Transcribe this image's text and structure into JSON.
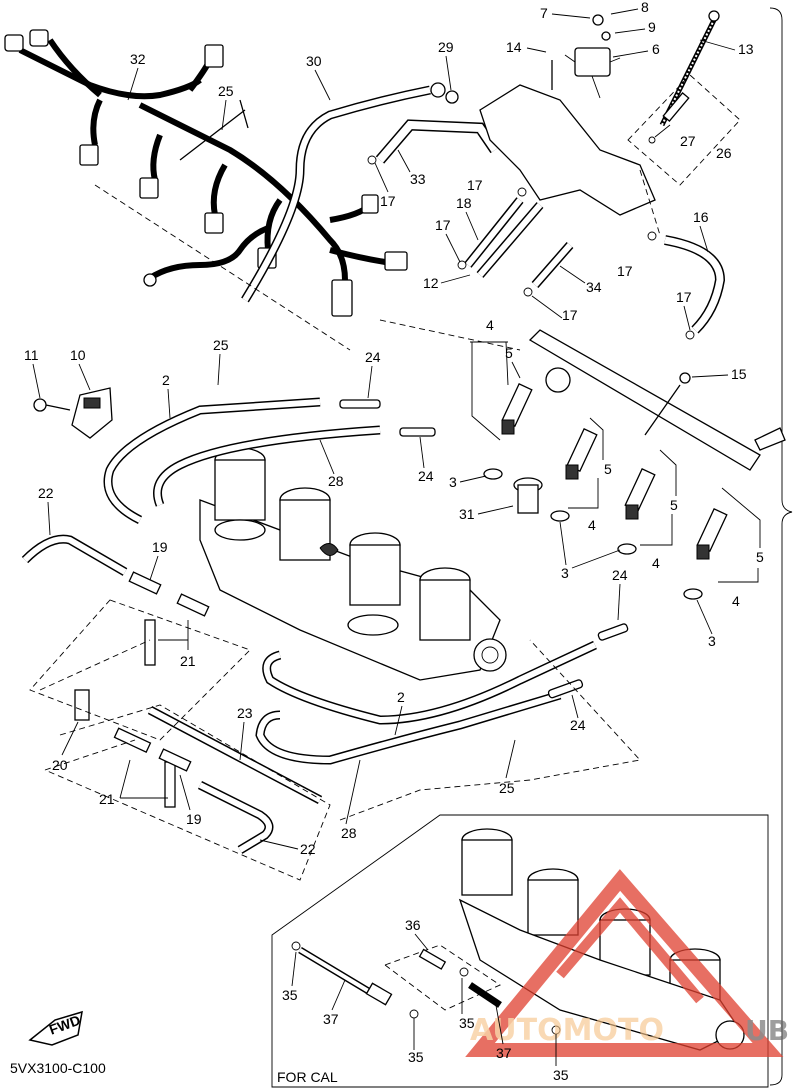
{
  "labels": {
    "p1": "7",
    "p2": "8",
    "p3": "9",
    "p4": "6",
    "p5": "13",
    "p6": "14",
    "p7": "29",
    "p8": "30",
    "p9": "32",
    "p10": "25",
    "p11": "27",
    "p12": "26",
    "p13": "16",
    "p14": "17",
    "p15": "33",
    "p16": "17",
    "p17": "18",
    "p18": "17",
    "p19": "12",
    "p20": "34",
    "p21": "17",
    "p22": "17",
    "p23": "17",
    "p24": "11",
    "p25": "10",
    "p26": "25",
    "p27": "24",
    "p28": "4",
    "p29": "5",
    "p30": "15",
    "p31": "2",
    "p32": "28",
    "p33": "24",
    "p34": "3",
    "p35": "31",
    "p36": "5",
    "p37": "4",
    "p38": "5",
    "p39": "4",
    "p40": "3",
    "p41": "5",
    "p42": "4",
    "p43": "3",
    "p44": "22",
    "p45": "19",
    "p46": "21",
    "p47": "24",
    "p48": "2",
    "p49": "23",
    "p50": "24",
    "p51": "20",
    "p52": "21",
    "p53": "19",
    "p54": "25",
    "p55": "28",
    "p56": "22",
    "p57": "36",
    "p58": "35",
    "p59": "37",
    "p60": "35",
    "p61": "35",
    "p62": "37",
    "p63": "35"
  },
  "inset_caption": "FOR CAL",
  "drawing_code": "5VX3100-C100",
  "fwd_badge": "FWD",
  "watermark": "AUTOMOTO",
  "watermark_tail": "UB",
  "colors": {
    "watermark_red": "#e0402f",
    "watermark_orange": "#f6c48a"
  }
}
